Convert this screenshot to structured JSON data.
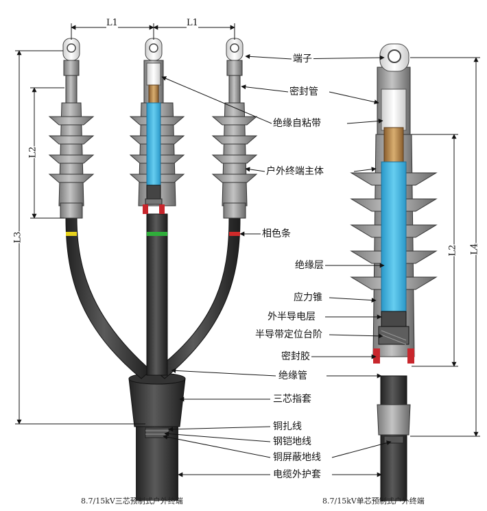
{
  "colors": {
    "insulator": "#9a9a9a",
    "insulator_dark": "#6f6f6f",
    "cable": "#3c3c3c",
    "cable_dark": "#262626",
    "core_blue": "#3fb8e6",
    "copper": "#b5864f",
    "red_seal": "#c8262c",
    "phase_yellow": "#e8d21c",
    "phase_green": "#2fae3a",
    "phase_red": "#d02a2a"
  },
  "dimensions": {
    "l1_left": "L1",
    "l1_right": "L1",
    "l2_left": "L2",
    "l3": "L3",
    "l2_right": "L2",
    "l4": "L4"
  },
  "labels": {
    "terminal": "端子",
    "seal_tube": "密封管",
    "self_adhesive_tape": "绝缘自粘带",
    "outdoor_body": "户外终端主体",
    "phase_strip": "相色条",
    "insulation_layer": "绝缘层",
    "stress_cone": "应力锥",
    "outer_semicon": "外半导电层",
    "semicon_step": "半导带定位台阶",
    "sealant": "密封胶",
    "insulation_tube": "绝缘管",
    "three_core_sleeve": "三芯指套",
    "copper_binding_wire": "铜扎线",
    "armor_ground_wire": "钢铠地线",
    "shield_ground_wire": "铜屏蔽地线",
    "cable_jacket": "电缆外护套"
  },
  "captions": {
    "three_core": "8.7/15kV三芯预制式户外终端",
    "single_core": "8.7/15kV单芯预制式户外终端"
  }
}
